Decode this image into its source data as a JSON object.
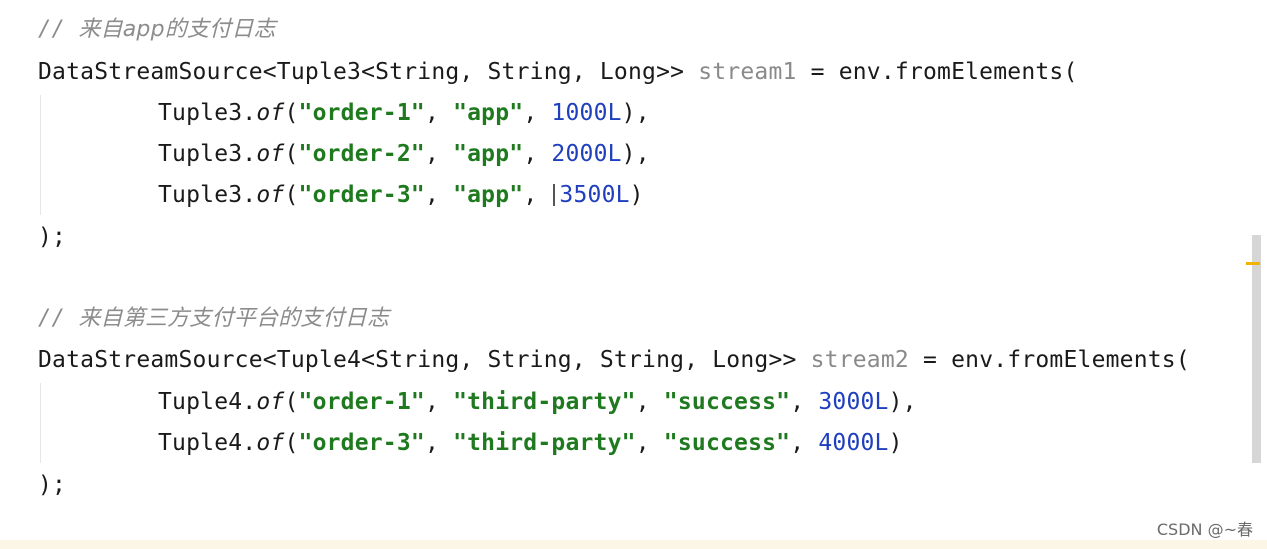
{
  "comments": {
    "first": "来自app的支付日志",
    "second": "来自第三方支付平台的支付日志",
    "prefix": "// "
  },
  "block1": {
    "head": "DataStreamSource<Tuple3<String, String, Long>> ",
    "var": "stream1",
    "tail": " = env.fromElements(",
    "rows": [
      {
        "cls": "Tuple3.",
        "method": "of",
        "open": "(",
        "s1": "\"order-1\"",
        "sep1": ", ",
        "s2": "\"app\"",
        "sep2": ", ",
        "num": "1000L",
        "end": "),"
      },
      {
        "cls": "Tuple3.",
        "method": "of",
        "open": "(",
        "s1": "\"order-2\"",
        "sep1": ", ",
        "s2": "\"app\"",
        "sep2": ", ",
        "num": "2000L",
        "end": "),"
      },
      {
        "cls": "Tuple3.",
        "method": "of",
        "open": "(",
        "s1": "\"order-3\"",
        "sep1": ", ",
        "s2": "\"app\"",
        "sep2": ", ",
        "num": "3500L",
        "end": ")"
      }
    ],
    "close": ");"
  },
  "block2": {
    "head": "DataStreamSource<Tuple4<String, String, String, Long>> ",
    "var": "stream2",
    "tail": " = env.fromElements(",
    "rows": [
      {
        "cls": "Tuple4.",
        "method": "of",
        "open": "(",
        "s1": "\"order-1\"",
        "sep1": ", ",
        "s2": "\"third-party\"",
        "sep2": ", ",
        "s3": "\"success\"",
        "sep3": ", ",
        "num": "3000L",
        "end": "),"
      },
      {
        "cls": "Tuple4.",
        "method": "of",
        "open": "(",
        "s1": "\"order-3\"",
        "sep1": ", ",
        "s2": "\"third-party\"",
        "sep2": ", ",
        "s3": "\"success\"",
        "sep3": ", ",
        "num": "4000L",
        "end": ")"
      }
    ],
    "close": ");"
  },
  "watermark": "CSDN @~春",
  "colors": {
    "string": "#1f7a1f",
    "number": "#1f3fbf",
    "comment": "#8c8c8c",
    "variable": "#8a8a8a"
  }
}
